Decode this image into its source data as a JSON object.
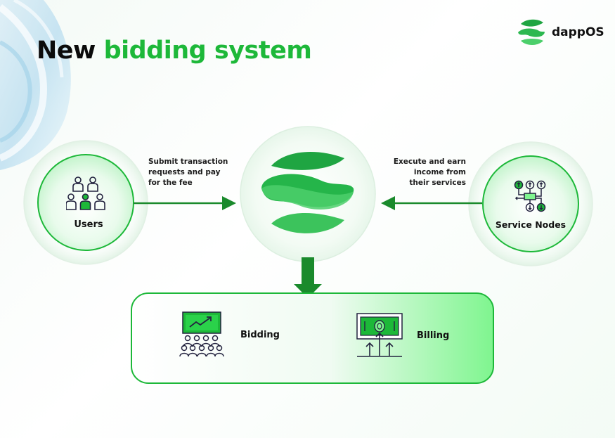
{
  "title": {
    "part1": "New",
    "part2": "bidding system"
  },
  "brand": {
    "name": "dappOS"
  },
  "nodes": {
    "users": "Users",
    "service_nodes": "Service Nodes"
  },
  "edges": {
    "users_to_core": [
      "Submit transaction",
      "requests and pay",
      "for the fee"
    ],
    "nodes_to_core": [
      "Execute and earn",
      "income from",
      "their services"
    ]
  },
  "outputs": {
    "bidding": "Bidding",
    "billing": "Billing"
  },
  "colors": {
    "accent": "#1db839",
    "dark_green": "#128a24",
    "light_green": "#7ff58f",
    "icon_ink": "#23233f"
  },
  "icons": [
    "dappos-logo-icon",
    "users-group-icon",
    "service-nodes-icon",
    "bidding-screen-icon",
    "billing-money-icon"
  ]
}
